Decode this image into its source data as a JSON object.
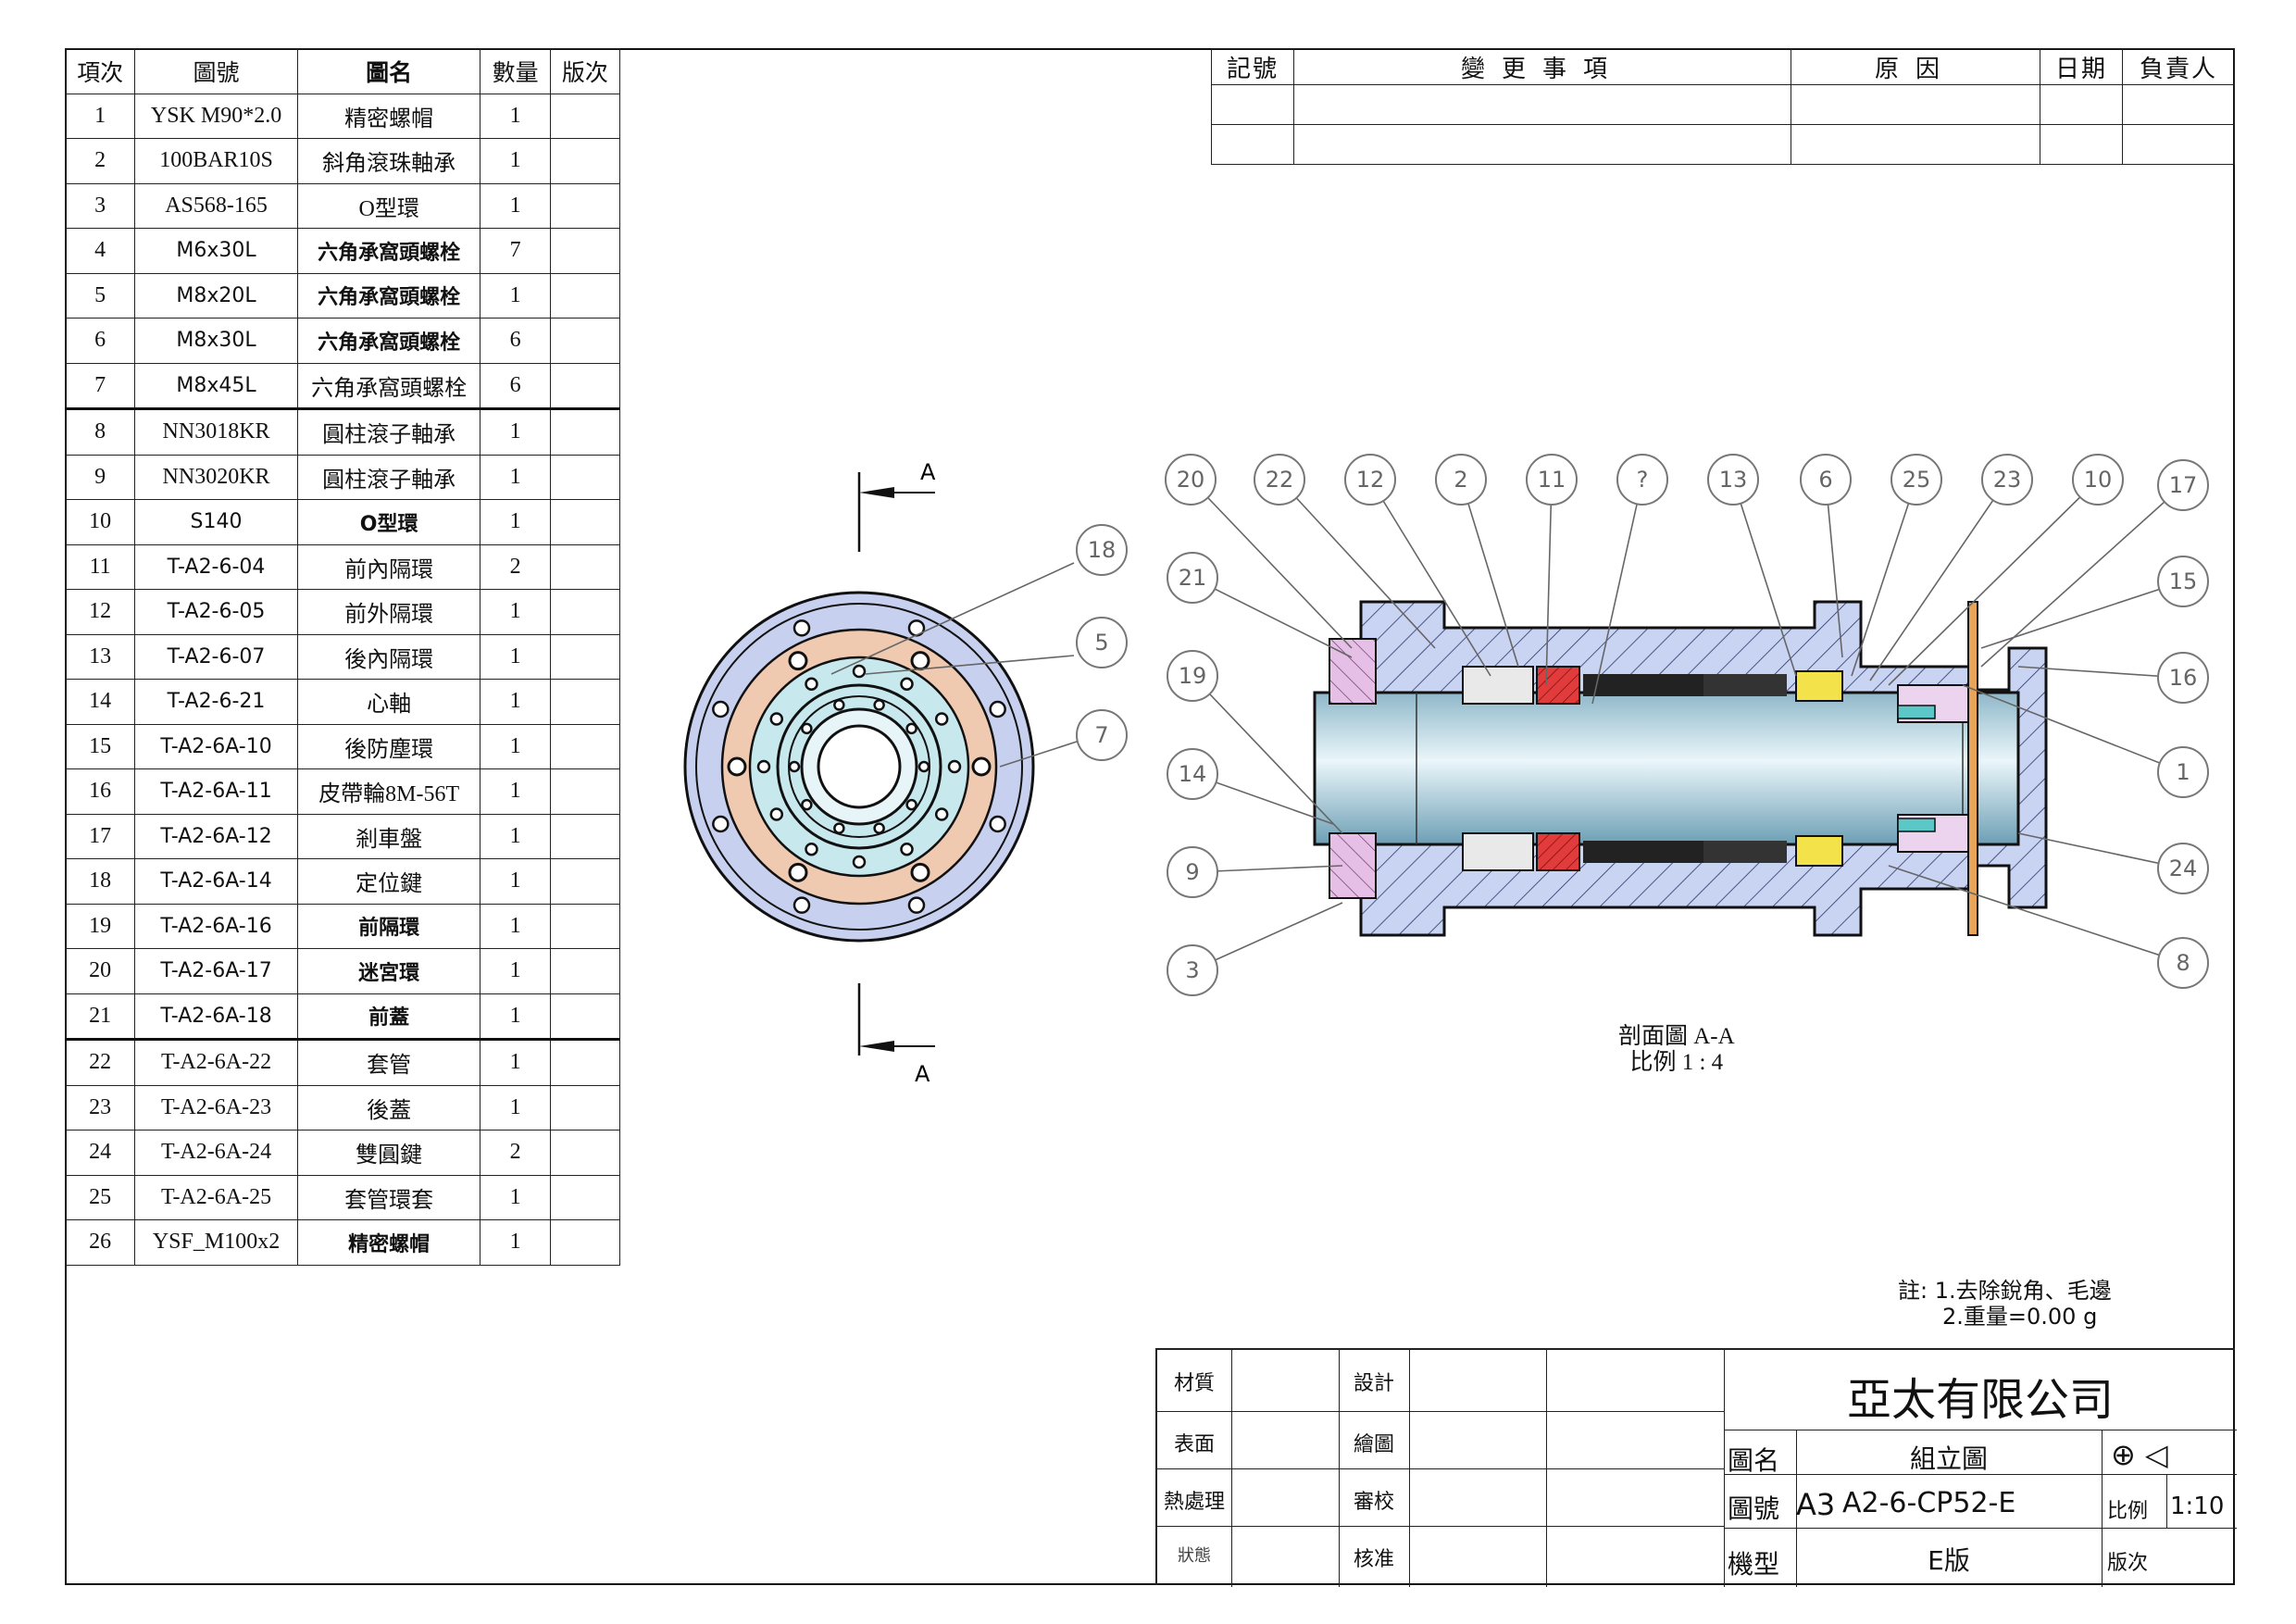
{
  "bom": {
    "headers": [
      "項次",
      "圖號",
      "圖名",
      "數量",
      "版次"
    ],
    "rows": [
      {
        "item": "1",
        "code": "YSK M90*2.0",
        "name": "精密螺帽",
        "qty": "1",
        "rev": ""
      },
      {
        "item": "2",
        "code": "100BAR10S",
        "name": "斜角滾珠軸承",
        "qty": "1",
        "rev": ""
      },
      {
        "item": "3",
        "code": "AS568-165",
        "name": "O型環",
        "qty": "1",
        "rev": ""
      },
      {
        "item": "4",
        "code": "M6x30L",
        "name": "六角承窩頭螺栓",
        "qty": "7",
        "rev": ""
      },
      {
        "item": "5",
        "code": "M8x20L",
        "name": "六角承窩頭螺栓",
        "qty": "1",
        "rev": ""
      },
      {
        "item": "6",
        "code": "M8x30L",
        "name": "六角承窩頭螺栓",
        "qty": "6",
        "rev": ""
      },
      {
        "item": "7",
        "code": "M8x45L",
        "name": "六角承窩頭螺栓",
        "qty": "6",
        "rev": ""
      },
      {
        "item": "8",
        "code": "NN3018KR",
        "name": "圓柱滾子軸承",
        "qty": "1",
        "rev": ""
      },
      {
        "item": "9",
        "code": "NN3020KR",
        "name": "圓柱滾子軸承",
        "qty": "1",
        "rev": ""
      },
      {
        "item": "10",
        "code": "S140",
        "name": "O型環",
        "qty": "1",
        "rev": ""
      },
      {
        "item": "11",
        "code": "T-A2-6-04",
        "name": "前內隔環",
        "qty": "2",
        "rev": ""
      },
      {
        "item": "12",
        "code": "T-A2-6-05",
        "name": "前外隔環",
        "qty": "1",
        "rev": ""
      },
      {
        "item": "13",
        "code": "T-A2-6-07",
        "name": "後內隔環",
        "qty": "1",
        "rev": ""
      },
      {
        "item": "14",
        "code": "T-A2-6-21",
        "name": "心軸",
        "qty": "1",
        "rev": ""
      },
      {
        "item": "15",
        "code": "T-A2-6A-10",
        "name": "後防塵環",
        "qty": "1",
        "rev": ""
      },
      {
        "item": "16",
        "code": "T-A2-6A-11",
        "name": "皮帶輪8M-56T",
        "qty": "1",
        "rev": ""
      },
      {
        "item": "17",
        "code": "T-A2-6A-12",
        "name": "剎車盤",
        "qty": "1",
        "rev": ""
      },
      {
        "item": "18",
        "code": "T-A2-6A-14",
        "name": "定位鍵",
        "qty": "1",
        "rev": ""
      },
      {
        "item": "19",
        "code": "T-A2-6A-16",
        "name": "前隔環",
        "qty": "1",
        "rev": ""
      },
      {
        "item": "20",
        "code": "T-A2-6A-17",
        "name": "迷宮環",
        "qty": "1",
        "rev": ""
      },
      {
        "item": "21",
        "code": "T-A2-6A-18",
        "name": "前蓋",
        "qty": "1",
        "rev": ""
      },
      {
        "item": "22",
        "code": "T-A2-6A-22",
        "name": "套管",
        "qty": "1",
        "rev": ""
      },
      {
        "item": "23",
        "code": "T-A2-6A-23",
        "name": "後蓋",
        "qty": "1",
        "rev": ""
      },
      {
        "item": "24",
        "code": "T-A2-6A-24",
        "name": "雙圓鍵",
        "qty": "2",
        "rev": ""
      },
      {
        "item": "25",
        "code": "T-A2-6A-25",
        "name": "套管環套",
        "qty": "1",
        "rev": ""
      },
      {
        "item": "26",
        "code": "YSF_M100x2",
        "name": "精密螺帽",
        "qty": "1",
        "rev": ""
      }
    ]
  },
  "revision": {
    "headers": [
      "記號",
      "變更事項",
      "原因",
      "日期",
      "負責人"
    ]
  },
  "section": {
    "marker": "A",
    "title": "剖面圖 A-A",
    "scale": "比例 1 : 4"
  },
  "balloons": {
    "front": [
      "18",
      "5",
      "7"
    ],
    "top": [
      "20",
      "22",
      "12",
      "2",
      "11",
      "?",
      "13",
      "6",
      "25",
      "23",
      "10",
      "17"
    ],
    "left": [
      "21",
      "19",
      "14",
      "9",
      "3"
    ],
    "right": [
      "15",
      "16",
      "1",
      "24",
      "8"
    ]
  },
  "notes": {
    "line1": "註: 1.去除銳角、毛邊",
    "line2": "2.重量=0.00 g"
  },
  "title_block": {
    "material": "材質",
    "surface": "表面",
    "heat": "熱處理",
    "status": "狀態",
    "design": "設計",
    "draw": "繪圖",
    "check": "審校",
    "approve": "核准",
    "company": "亞太有限公司",
    "name_label": "圖名",
    "name": "組立圖",
    "number_label": "圖號",
    "size": "A3",
    "number": "A2-6-CP52-E",
    "scale_label": "比例",
    "scale": "1:10",
    "model_label": "機型",
    "model": "E版",
    "rev_label": "版次"
  }
}
